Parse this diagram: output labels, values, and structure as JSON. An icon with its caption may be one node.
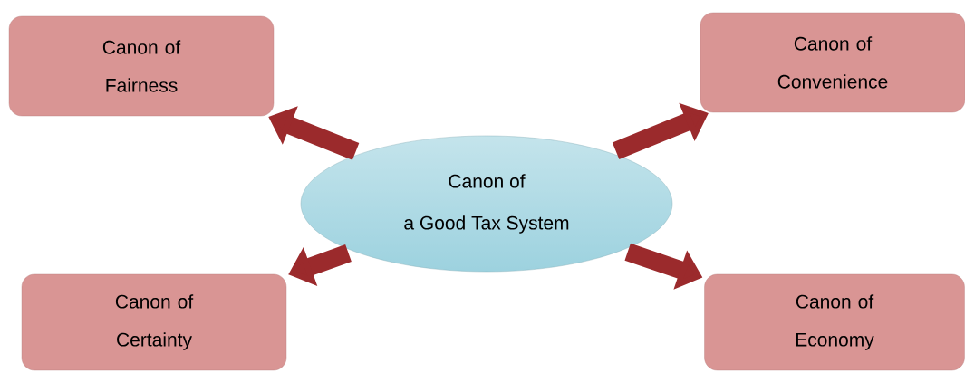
{
  "diagram": {
    "nodes": [
      {
        "text": [
          "Canon of",
          "a Good Tax System"
        ]
      },
      {
        "text": [
          "Canon of Fairness"
        ]
      },
      {
        "text": [
          "Canon of Convenience"
        ]
      },
      {
        "text": [
          "Canon of Certainty"
        ]
      },
      {
        "text": [
          "Canon of Economy"
        ]
      }
    ],
    "edges": [
      {
        "from": 0,
        "to": 1,
        "arrow": "to"
      },
      {
        "from": 0,
        "to": 2,
        "arrow": "to"
      },
      {
        "from": 0,
        "to": 3,
        "arrow": "to"
      },
      {
        "from": 0,
        "to": 4,
        "arrow": "to"
      }
    ]
  }
}
